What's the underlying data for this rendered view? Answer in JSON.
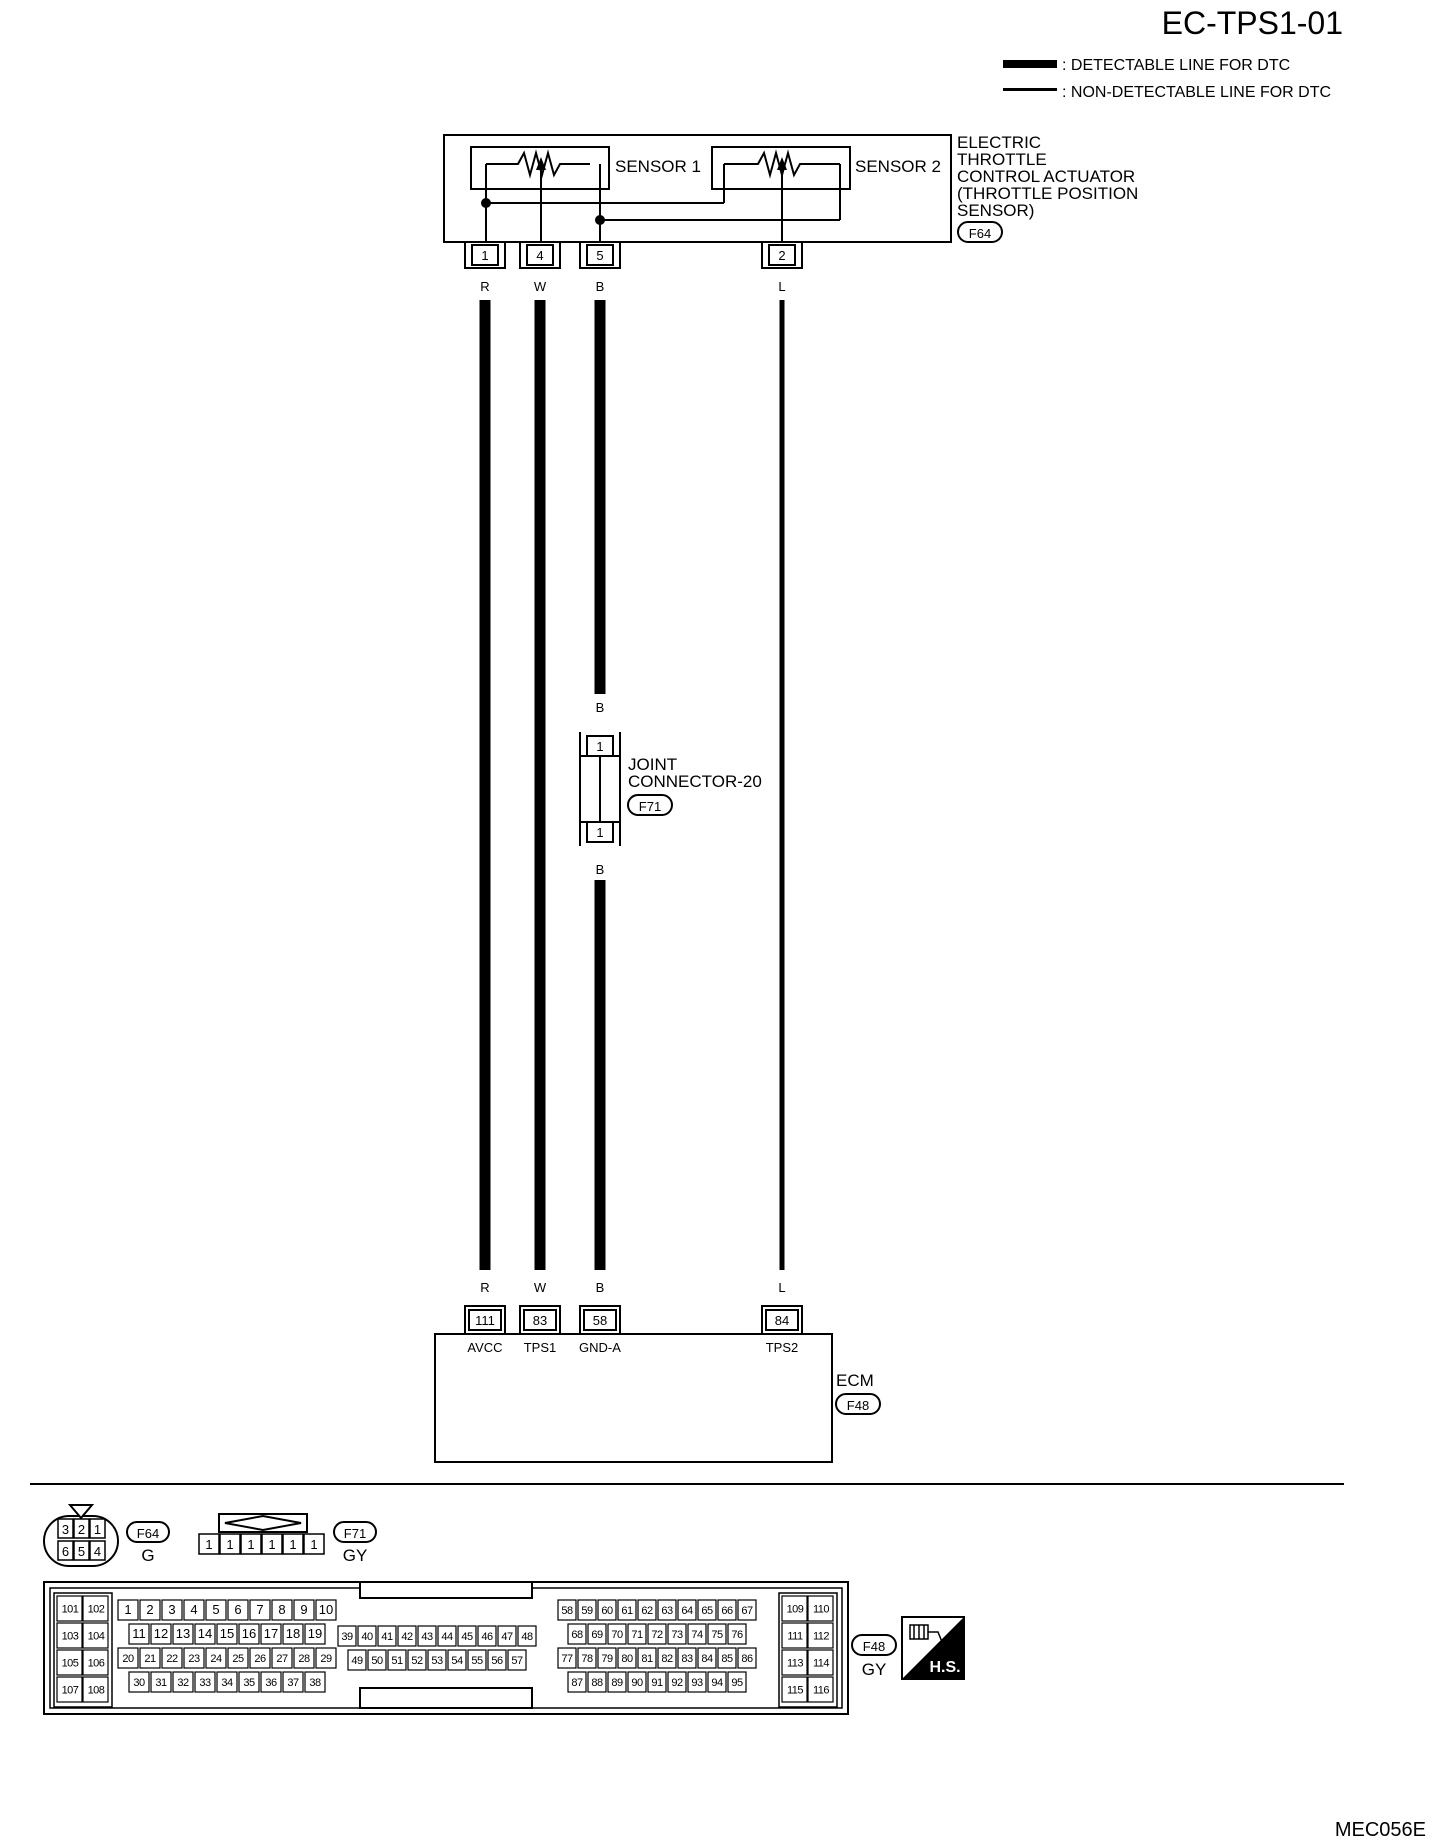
{
  "diagram_id": "EC-TPS1-01",
  "footer_code": "MEC056E",
  "legend": {
    "detectable": ": DETECTABLE LINE FOR DTC",
    "non_detectable": ": NON-DETECTABLE LINE FOR DTC"
  },
  "actuator": {
    "name_lines": [
      "ELECTRIC",
      "THROTTLE",
      "CONTROL ACTUATOR",
      "(THROTTLE POSITION",
      "SENSOR)"
    ],
    "connector": "F64",
    "sensor1_label": "SENSOR 1",
    "sensor2_label": "SENSOR 2"
  },
  "wires": [
    {
      "actuator_pin": "1",
      "color": "R",
      "ecm_pin": "111",
      "ecm_signal": "AVCC",
      "detectable": true
    },
    {
      "actuator_pin": "4",
      "color": "W",
      "ecm_pin": "83",
      "ecm_signal": "TPS1",
      "detectable": true
    },
    {
      "actuator_pin": "5",
      "color": "B",
      "ecm_pin": "58",
      "ecm_signal": "GND-A",
      "detectable": true
    },
    {
      "actuator_pin": "2",
      "color": "L",
      "ecm_pin": "84",
      "ecm_signal": "TPS2",
      "detectable": false
    }
  ],
  "joint": {
    "name_lines": [
      "JOINT",
      "CONNECTOR-20"
    ],
    "connector": "F71",
    "pin_top": "1",
    "pin_bottom": "1",
    "wire_color_top": "B",
    "wire_color_bottom": "B"
  },
  "ecm": {
    "name": "ECM",
    "connector": "F48"
  },
  "connector_views": {
    "f64": {
      "id": "F64",
      "color": "G",
      "top_row": [
        "3",
        "2",
        "1"
      ],
      "bottom_row": [
        "6",
        "5",
        "4"
      ]
    },
    "f71": {
      "id": "F71",
      "color": "GY",
      "pins": [
        "1",
        "1",
        "1",
        "1",
        "1",
        "1"
      ]
    },
    "f48": {
      "id": "F48",
      "color": "GY",
      "left_block": [
        [
          "101",
          "102"
        ],
        [
          "103",
          "104"
        ],
        [
          "105",
          "106"
        ],
        [
          "107",
          "108"
        ]
      ],
      "right_block": [
        [
          "109",
          "110"
        ],
        [
          "111",
          "112"
        ],
        [
          "113",
          "114"
        ],
        [
          "115",
          "116"
        ]
      ],
      "group_a": [
        [
          "1",
          "2",
          "3",
          "4",
          "5",
          "6",
          "7",
          "8",
          "9",
          "10"
        ],
        [
          "11",
          "12",
          "13",
          "14",
          "15",
          "16",
          "17",
          "18",
          "19"
        ],
        [
          "20",
          "21",
          "22",
          "23",
          "24",
          "25",
          "26",
          "27",
          "28",
          "29"
        ],
        [
          "30",
          "31",
          "32",
          "33",
          "34",
          "35",
          "36",
          "37",
          "38"
        ]
      ],
      "group_b": [
        [
          "39",
          "40",
          "41",
          "42",
          "43",
          "44",
          "45",
          "46",
          "47",
          "48"
        ],
        [
          "49",
          "50",
          "51",
          "52",
          "53",
          "54",
          "55",
          "56",
          "57"
        ]
      ],
      "group_c": [
        [
          "58",
          "59",
          "60",
          "61",
          "62",
          "63",
          "64",
          "65",
          "66",
          "67"
        ],
        [
          "68",
          "69",
          "70",
          "71",
          "72",
          "73",
          "74",
          "75",
          "76"
        ],
        [
          "77",
          "78",
          "79",
          "80",
          "81",
          "82",
          "83",
          "84",
          "85",
          "86"
        ],
        [
          "87",
          "88",
          "89",
          "90",
          "91",
          "92",
          "93",
          "94",
          "95"
        ]
      ]
    }
  },
  "hs_badge": "H.S."
}
